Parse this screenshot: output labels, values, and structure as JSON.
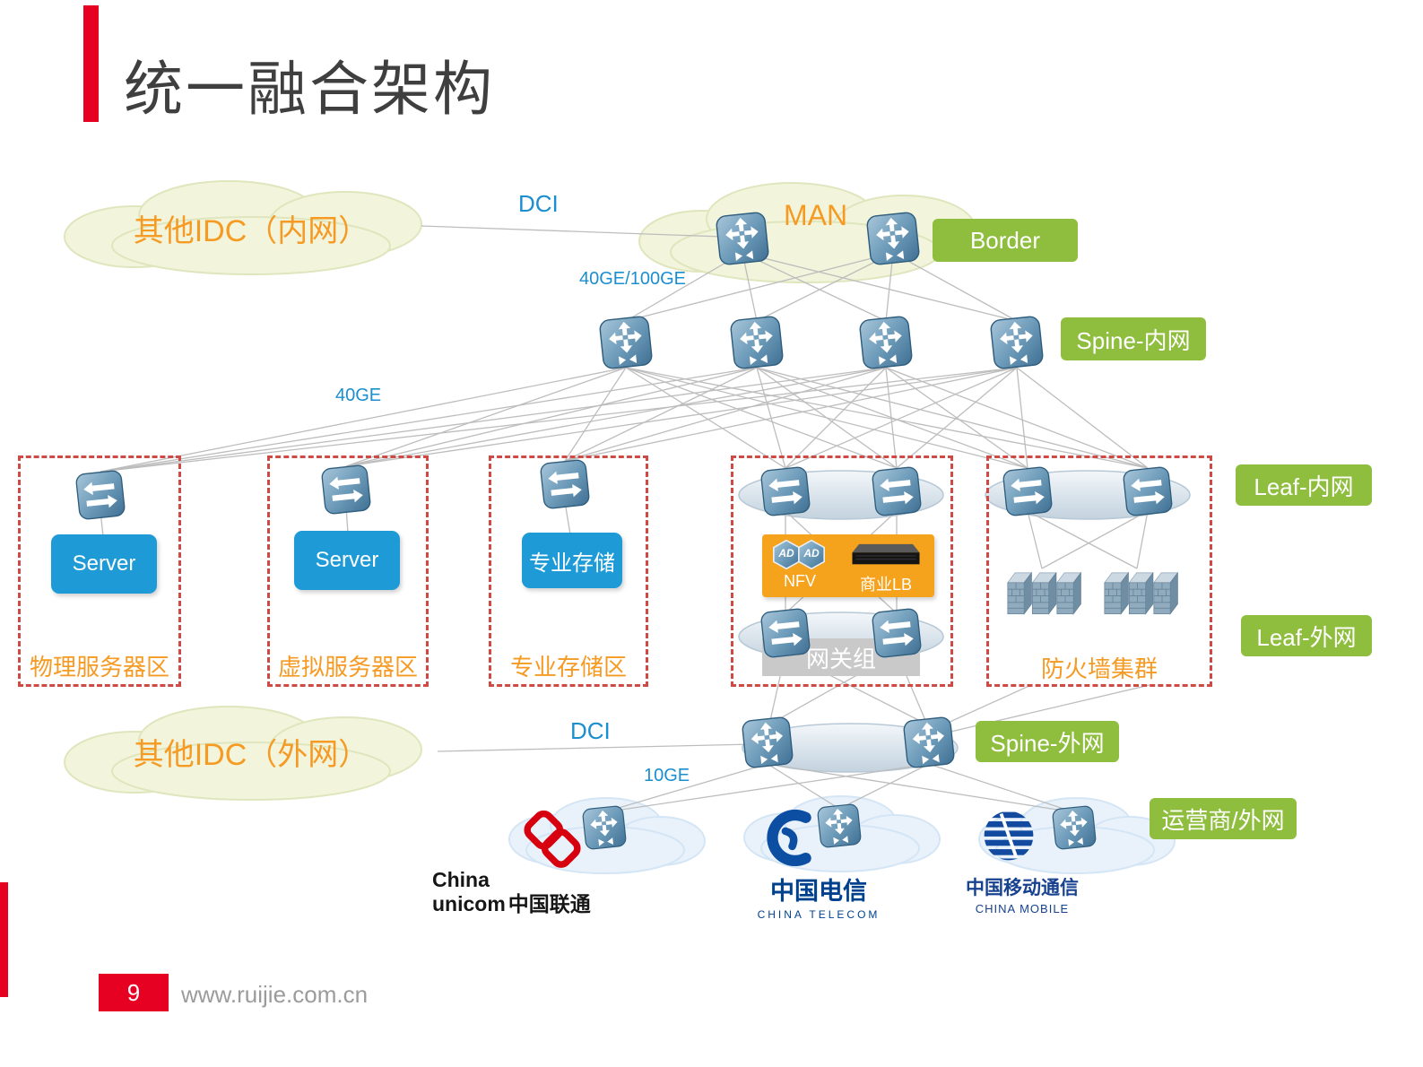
{
  "slide": {
    "title": "统一融合架构",
    "page_number": "9",
    "footer_url": "www.ruijie.com.cn"
  },
  "colors": {
    "accent_red": "#e60021",
    "badge_green": "#8fbe3e",
    "orange_text": "#f59a23",
    "link_blue": "#1b8ecf",
    "server_blue": "#1e9bd7",
    "nfv_orange": "#f5a21d",
    "dashed_red": "#cf4a45"
  },
  "clouds": {
    "idc_internal": {
      "label": "其他IDC（内网）"
    },
    "man": {
      "label": "MAN"
    },
    "idc_external": {
      "label": "其他IDC（外网）"
    }
  },
  "links": {
    "dci_top": "DCI",
    "dci_bottom": "DCI",
    "speed_core": "40GE/100GE",
    "speed_leaf": "40GE",
    "speed_carrier": "10GE"
  },
  "badges": {
    "border": "Border",
    "spine_internal": "Spine-内网",
    "leaf_internal": "Leaf-内网",
    "leaf_external": "Leaf-外网",
    "spine_external": "Spine-外网",
    "carrier": "运营商/外网"
  },
  "zones": {
    "physical": {
      "label": "物理服务器区",
      "device": "Server"
    },
    "virtual": {
      "label": "虚拟服务器区",
      "device": "Server"
    },
    "storage": {
      "label": "专业存储区",
      "device": "专业存储"
    },
    "gateway": {
      "label": "网关组",
      "nfv_label": "NFV",
      "lb_label": "商业LB",
      "ad_label": "AD"
    },
    "firewall": {
      "label": "防火墙集群"
    }
  },
  "carriers": {
    "unicom": {
      "name_en1": "China",
      "name_en2": "unicom",
      "name_cn": "中国联通"
    },
    "telecom": {
      "name_cn": "中国电信",
      "name_en": "CHINA TELECOM"
    },
    "mobile": {
      "name_cn": "中国移动通信",
      "name_en": "CHINA MOBILE"
    }
  }
}
